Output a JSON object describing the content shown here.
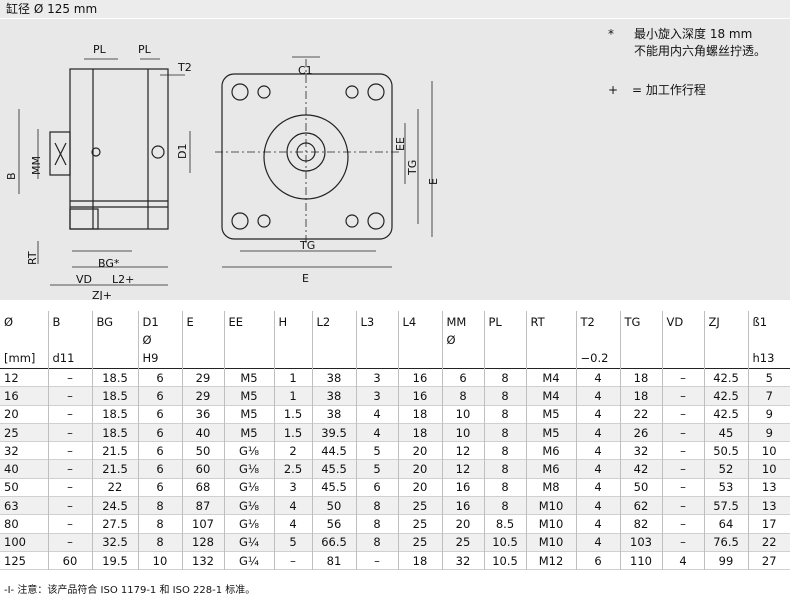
{
  "title": "缸径 Ø 125 mm",
  "notes": {
    "star_symbol": "*",
    "star_line1": "最小旋入深度 18 mm",
    "star_line2": "不能用内六角螺丝拧透。",
    "plus_symbol": "+",
    "plus_text": "= 加工作行程"
  },
  "drawing_labels": {
    "pl_a": "PL",
    "pl_b": "PL",
    "t2": "T2",
    "c1": "C1",
    "d1": "D1",
    "b": "B",
    "mm": "MM",
    "rt": "RT",
    "bg": "BG*",
    "vd": "VD",
    "l2": "L2+",
    "zj": "ZJ+",
    "ee": "EE",
    "tg_v": "TG",
    "e_v": "E",
    "tg_h": "TG",
    "e_h": "E"
  },
  "table": {
    "headers": [
      [
        "Ø",
        "",
        "[mm]"
      ],
      [
        "B",
        "",
        "d11"
      ],
      [
        "BG",
        "",
        ""
      ],
      [
        "D1",
        "Ø",
        "H9"
      ],
      [
        "E",
        "",
        ""
      ],
      [
        "EE",
        "",
        ""
      ],
      [
        "H",
        "",
        ""
      ],
      [
        "L2",
        "",
        ""
      ],
      [
        "L3",
        "",
        ""
      ],
      [
        "L4",
        "",
        ""
      ],
      [
        "MM",
        "Ø",
        ""
      ],
      [
        "PL",
        "",
        ""
      ],
      [
        "RT",
        "",
        ""
      ],
      [
        "T2",
        "",
        "−0.2"
      ],
      [
        "TG",
        "",
        ""
      ],
      [
        "VD",
        "",
        ""
      ],
      [
        "ZJ",
        "",
        ""
      ],
      [
        "ß1",
        "",
        "h13"
      ]
    ],
    "rows": [
      [
        "12",
        "–",
        "18.5",
        "6",
        "29",
        "M5",
        "1",
        "38",
        "3",
        "16",
        "6",
        "8",
        "M4",
        "4",
        "18",
        "–",
        "42.5",
        "5"
      ],
      [
        "16",
        "–",
        "18.5",
        "6",
        "29",
        "M5",
        "1",
        "38",
        "3",
        "16",
        "8",
        "8",
        "M4",
        "4",
        "18",
        "–",
        "42.5",
        "7"
      ],
      [
        "20",
        "–",
        "18.5",
        "6",
        "36",
        "M5",
        "1.5",
        "38",
        "4",
        "18",
        "10",
        "8",
        "M5",
        "4",
        "22",
        "–",
        "42.5",
        "9"
      ],
      [
        "25",
        "–",
        "18.5",
        "6",
        "40",
        "M5",
        "1.5",
        "39.5",
        "4",
        "18",
        "10",
        "8",
        "M5",
        "4",
        "26",
        "–",
        "45",
        "9"
      ],
      [
        "32",
        "–",
        "21.5",
        "6",
        "50",
        "G⅛",
        "2",
        "44.5",
        "5",
        "20",
        "12",
        "8",
        "M6",
        "4",
        "32",
        "–",
        "50.5",
        "10"
      ],
      [
        "40",
        "–",
        "21.5",
        "6",
        "60",
        "G⅛",
        "2.5",
        "45.5",
        "5",
        "20",
        "12",
        "8",
        "M6",
        "4",
        "42",
        "–",
        "52",
        "10"
      ],
      [
        "50",
        "–",
        "22",
        "6",
        "68",
        "G⅛",
        "3",
        "45.5",
        "6",
        "20",
        "16",
        "8",
        "M8",
        "4",
        "50",
        "–",
        "53",
        "13"
      ],
      [
        "63",
        "–",
        "24.5",
        "8",
        "87",
        "G⅛",
        "4",
        "50",
        "8",
        "25",
        "16",
        "8",
        "M10",
        "4",
        "62",
        "–",
        "57.5",
        "13"
      ],
      [
        "80",
        "–",
        "27.5",
        "8",
        "107",
        "G⅛",
        "4",
        "56",
        "8",
        "25",
        "20",
        "8.5",
        "M10",
        "4",
        "82",
        "–",
        "64",
        "17"
      ],
      [
        "100",
        "–",
        "32.5",
        "8",
        "128",
        "G¼",
        "5",
        "66.5",
        "8",
        "25",
        "25",
        "10.5",
        "M10",
        "4",
        "103",
        "–",
        "76.5",
        "22"
      ],
      [
        "125",
        "60",
        "19.5",
        "10",
        "132",
        "G¼",
        "–",
        "81",
        "–",
        "18",
        "32",
        "10.5",
        "M12",
        "6",
        "110",
        "4",
        "99",
        "27"
      ]
    ]
  },
  "footnote": "-I- 注意：该产品符合 ISO 1179-1 和 ISO 228-1 标准。"
}
